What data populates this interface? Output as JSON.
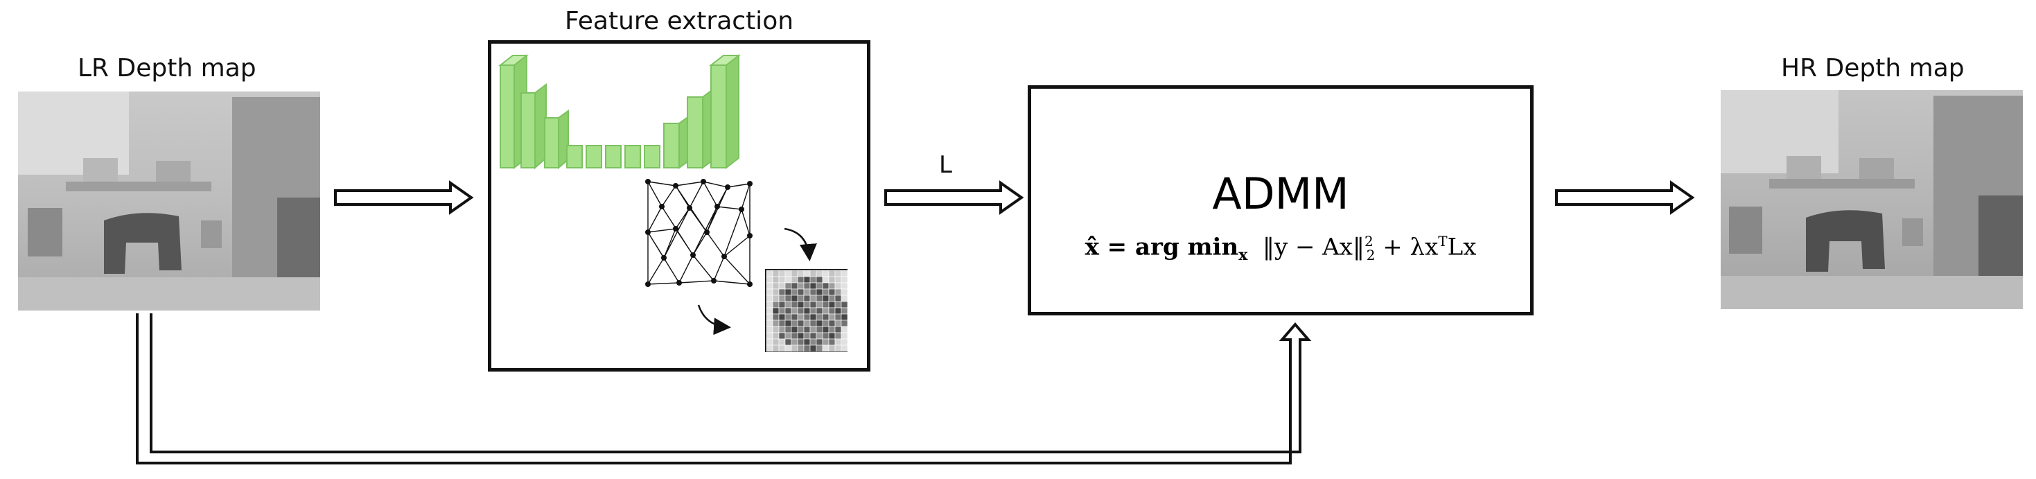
{
  "input_map": {
    "label": "LR Depth map"
  },
  "feature_box": {
    "title": "Feature extraction"
  },
  "edge_label": "L",
  "admm": {
    "title": "ADMM",
    "equation": {
      "lhs": "x̂ = arg min",
      "sub": "x",
      "rhs_norm": "‖y − Ax‖",
      "sup": "2",
      "sub2": "2",
      "rhs_tail": "+ λx",
      "sup_t": "T",
      "tail": "Lx"
    }
  },
  "output_map": {
    "label": "HR Depth map"
  },
  "colors": {
    "accent_green": "#a6e089",
    "stroke": "#111111"
  }
}
